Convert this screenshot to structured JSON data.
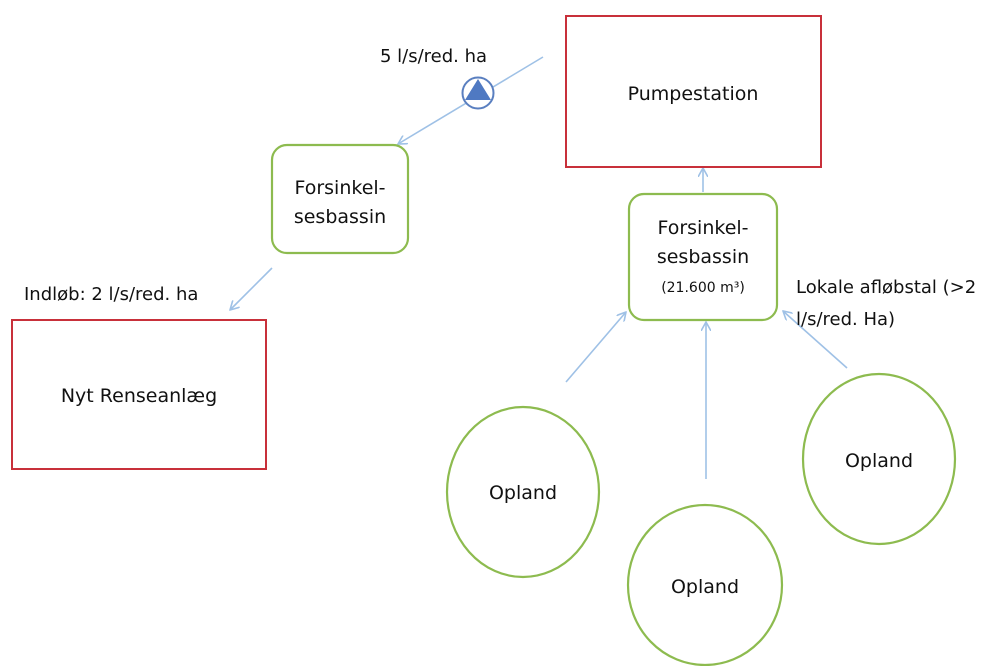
{
  "colors": {
    "red_box": "#c8303a",
    "green_node": "#8dbb4f",
    "arrow": "#9fc1e6",
    "pump_icon_fill": "#4f79c2",
    "pump_icon_stroke": "#5a7fc0"
  },
  "nodes": {
    "pumpestation": {
      "label": "Pumpestation"
    },
    "basin_left": {
      "line1": "Forsinkel-",
      "line2": "sesbassin"
    },
    "basin_right": {
      "line1": "Forsinkel-",
      "line2": "sesbassin",
      "volume": "(21.600 m³)"
    },
    "renseanlaeg": {
      "label": "Nyt Renseanlæg"
    },
    "opland_left": {
      "label": "Opland"
    },
    "opland_middle": {
      "label": "Opland"
    },
    "opland_right": {
      "label": "Opland"
    }
  },
  "annotations": {
    "pump_rate": "5 l/s/red. ha",
    "inflow": "Indløb: 2 l/s/red. ha",
    "local_line1": "Lokale afløbstal (>2",
    "local_line2": "l/s/red. Ha)"
  },
  "icons": {
    "pump": "pump-triangle-icon"
  }
}
